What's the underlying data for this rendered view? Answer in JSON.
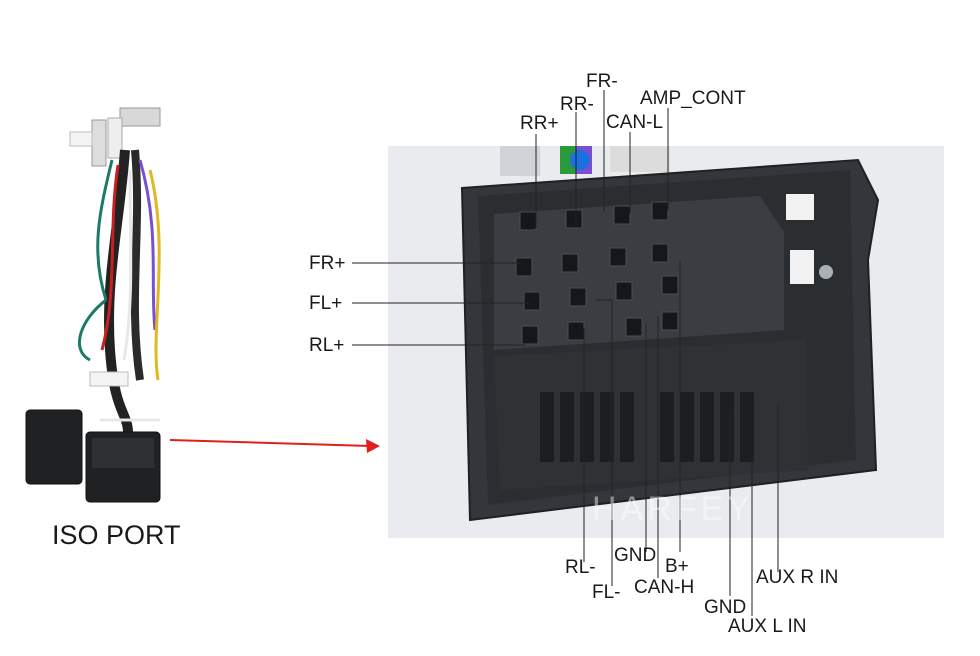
{
  "harness_caption": "ISO PORT",
  "watermark": "HARFEY",
  "colors": {
    "arrow": "#e0201b",
    "connector": "#33373b",
    "photo_bg": "#e9ebee"
  },
  "pins": {
    "top": [
      "RR+",
      "RR-",
      "FR-",
      "CAN-L",
      "AMP_CONT"
    ],
    "left": [
      "FR+",
      "FL+",
      "RL+"
    ],
    "bottom": [
      "RL-",
      "GND",
      "B+",
      "FL-",
      "CAN-H",
      "GND",
      "AUX R IN",
      "AUX L IN"
    ]
  }
}
